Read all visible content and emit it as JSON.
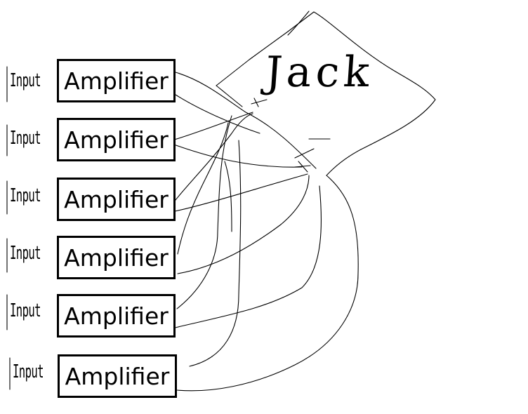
{
  "input_labels": [
    "Input",
    "Input",
    "Input",
    "Input",
    "Input",
    "Input"
  ],
  "amplifier_labels": [
    "Amplifier",
    "Amplifier",
    "Amplifier",
    "Amplifier",
    "Amplifier",
    "Amplifier"
  ],
  "jack": {
    "label": "Jack"
  }
}
